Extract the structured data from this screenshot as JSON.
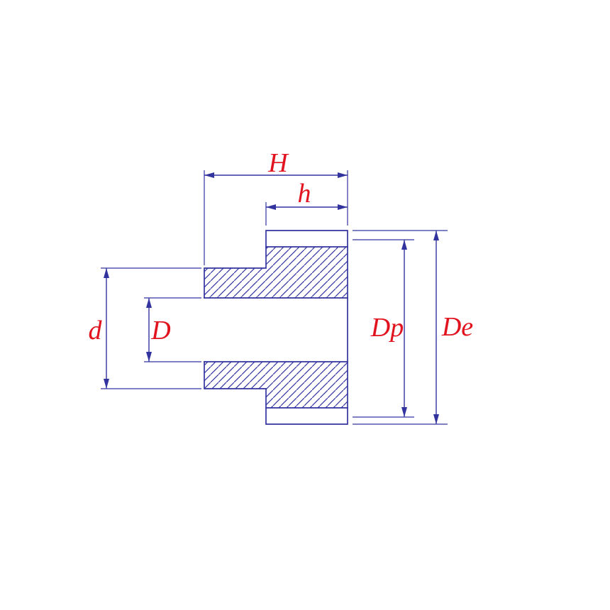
{
  "colors": {
    "line": "#3333a0",
    "label": "#e1131e",
    "background": "#ffffff"
  },
  "dimensions": {
    "overall_width": {
      "label": "H"
    },
    "face_width": {
      "label": "h"
    },
    "hub_diameter": {
      "label": "d"
    },
    "bore_diameter": {
      "label": "D"
    },
    "pitch_diameter": {
      "label": "Dp"
    },
    "outside_diameter": {
      "label": "De"
    }
  }
}
